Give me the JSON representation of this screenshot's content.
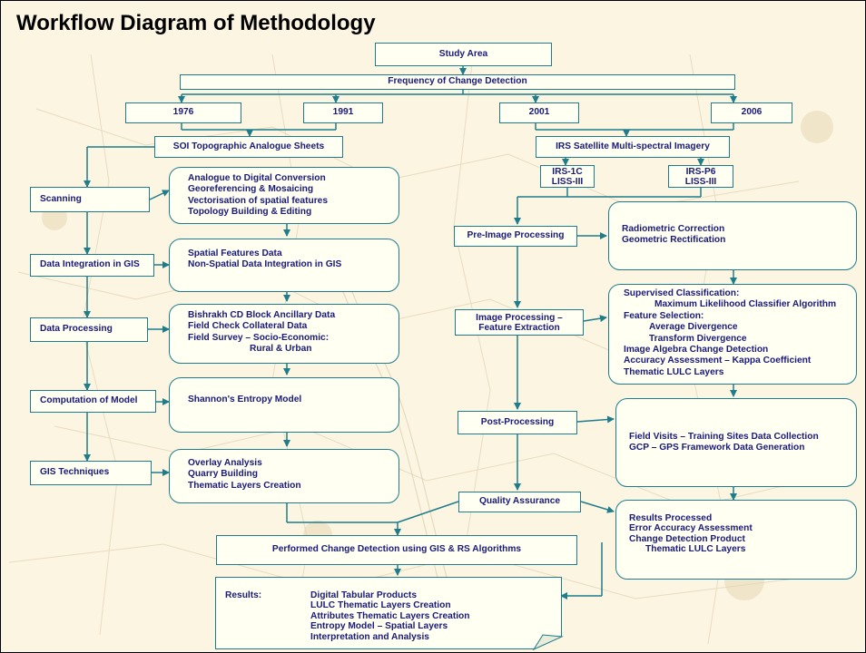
{
  "title": "Workflow Diagram of Methodology",
  "nodes": {
    "study_area": "Study Area",
    "frequency": "Frequency of Change Detection",
    "year_1976": "1976",
    "year_1991": "1991",
    "year_2001": "2001",
    "year_2006": "2006",
    "soi": "SOI Topographic Analogue Sheets",
    "irs": "IRS Satellite Multi-spectral Imagery",
    "irs1c": [
      "IRS-1C",
      "LISS-III"
    ],
    "irsp6": [
      "IRS-P6",
      "LISS-III"
    ],
    "scanning": "Scanning",
    "data_integration": "Data Integration in GIS",
    "data_processing": "Data Processing",
    "computation": "Computation of  Model",
    "gis_techniques": "GIS Techniques",
    "conversion_box": [
      "Analogue to Digital Conversion",
      "Georeferencing & Mosaicing",
      "Vectorisation of spatial features",
      "Topology Building & Editing"
    ],
    "spatial_box": [
      "Spatial Features Data",
      "Non-Spatial Data Integration in GIS"
    ],
    "ancillary_box": [
      "Bishrakh CD Block Ancillary Data",
      "Field Check Collateral Data",
      "Field Survey – Socio-Economic:",
      "Rural & Urban"
    ],
    "entropy_box": "Shannon's Entropy Model",
    "overlay_box": [
      "Overlay Analysis",
      "Quarry Building",
      "Thematic Layers Creation"
    ],
    "pre_image": "Pre-Image Processing",
    "image_processing": [
      "Image Processing –",
      "Feature Extraction"
    ],
    "post_processing": "Post-Processing",
    "quality": "Quality Assurance",
    "radiometric_box": [
      "Radiometric Correction",
      "Geometric Rectification"
    ],
    "classification_box": [
      "Supervised Classification:",
      "Maximum Likelihood Classifier Algorithm",
      "Feature Selection:",
      "Average Divergence",
      "Transform Divergence",
      "Image Algebra Change Detection",
      "Accuracy Assessment – Kappa Coefficient",
      "Thematic LULC Layers"
    ],
    "field_box": [
      "Field Visits – Training Sites Data Collection",
      "GCP – GPS Framework Data Generation"
    ],
    "results_processed_box": [
      "Results Processed",
      "Error Accuracy Assessment",
      "Change Detection Product",
      "Thematic LULC Layers"
    ],
    "change_detection": "Performed Change Detection  using GIS & RS Algorithms",
    "results_label": "Results:",
    "results_items": [
      "Digital Tabular Products",
      "LULC Thematic Layers Creation",
      "Attributes Thematic Layers Creation",
      "Entropy Model – Spatial Layers",
      "Interpretation and Analysis"
    ]
  },
  "colors": {
    "box_fill": "#fffff2",
    "box_border": "#1f7d8b",
    "text": "#1a1a7a",
    "title": "#000000",
    "background": "#fbf5e2"
  }
}
